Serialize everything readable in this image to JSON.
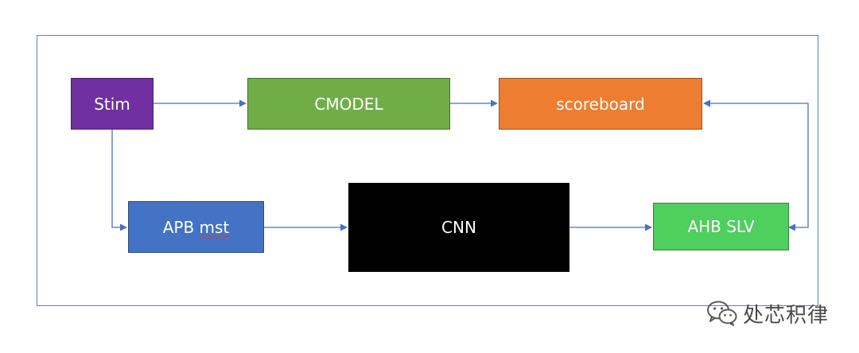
{
  "blocks": {
    "stim": {
      "label": "Stim",
      "color": "#7030a0"
    },
    "cmodel": {
      "label": "CMODEL",
      "color": "#70ad47"
    },
    "scoreboard": {
      "label": "scoreboard",
      "color": "#ed7d31"
    },
    "apb_prefix": {
      "label": "APB "
    },
    "apb_suffix": {
      "label": "mst"
    },
    "apb_color": "#4472c4",
    "cnn": {
      "label": "CNN",
      "color": "#000000"
    },
    "ahb": {
      "label": "AHB SLV",
      "color": "#4fcf5d"
    }
  },
  "connector_color": "#4472c4",
  "watermark": {
    "text": "处芯积律",
    "icon": "wechat-icon"
  }
}
